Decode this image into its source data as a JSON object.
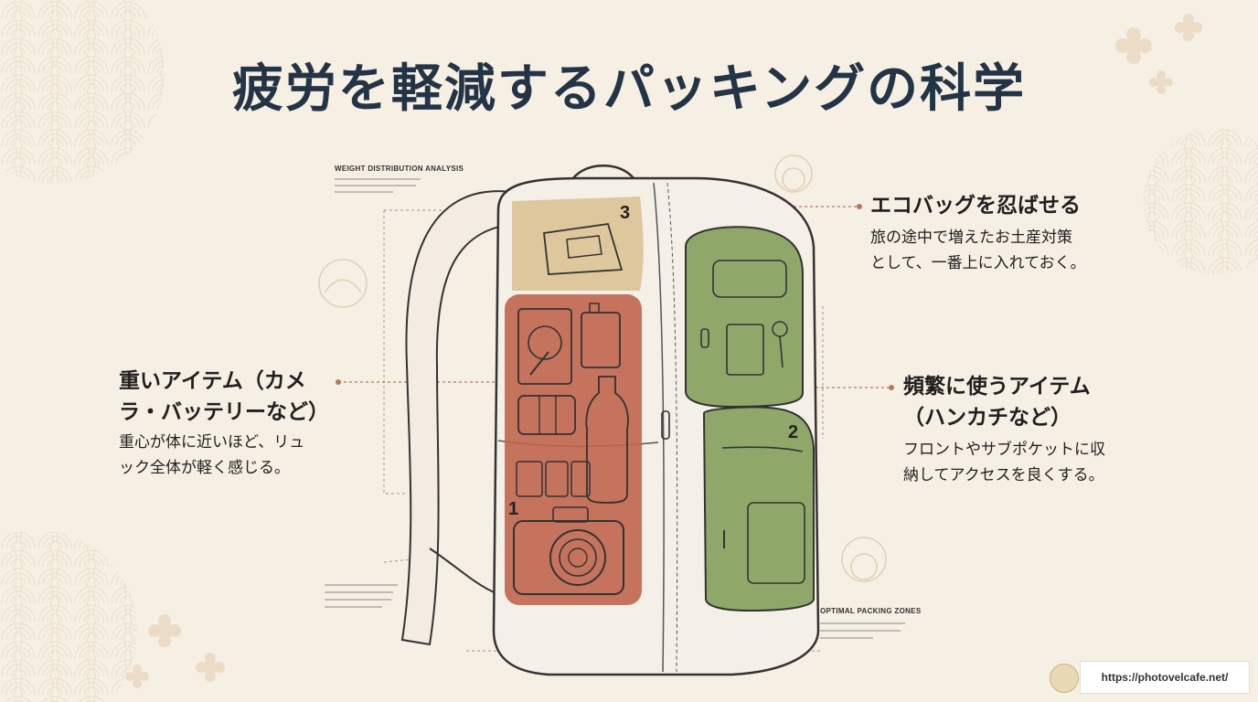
{
  "title": "疲労を軽減するパッキングの科学",
  "labels": {
    "weight_analysis": "WEIGHT DISTRIBUTION ANALYSIS",
    "packing_zones": "OPTIMAL PACKING ZONES"
  },
  "zones": [
    {
      "number": "1",
      "color": "#c0654e"
    },
    {
      "number": "2",
      "color": "#8fa86a"
    },
    {
      "number": "3",
      "color": "#d9bf8f"
    }
  ],
  "callouts": {
    "top_right": {
      "title": "エコバッグを忍ばせる",
      "body_lines": [
        "旅の途中で増えたお土産対策",
        "として、一番上に入れておく。"
      ]
    },
    "left": {
      "title_lines": [
        "重いアイテム（カメ",
        "ラ・バッテリーなど）"
      ],
      "body_lines": [
        "重心が体に近いほど、リュ",
        "ック全体が軽く感じる。"
      ]
    },
    "right": {
      "title_lines": [
        "頻繁に使うアイテム",
        "（ハンカチなど）"
      ],
      "body_lines": [
        "フロントやサブポケットに収",
        "納してアクセスを良くする。"
      ]
    }
  },
  "footer": {
    "url": "https://photovelcafe.net/"
  },
  "colors": {
    "background": "#f6efe3",
    "title": "#243447",
    "accent_line": "#b57a5c"
  }
}
